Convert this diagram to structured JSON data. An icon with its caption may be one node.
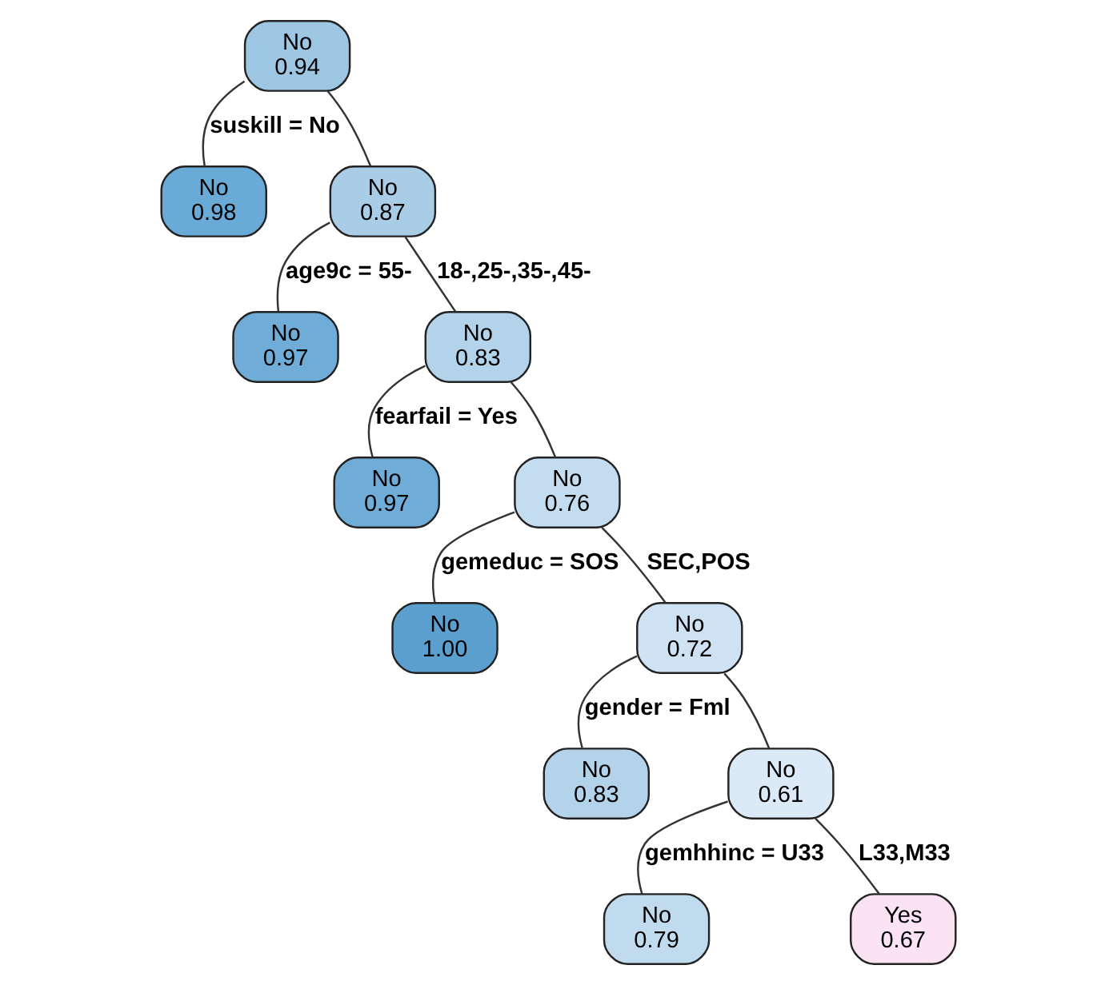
{
  "diagram": {
    "nodes": [
      {
        "text": [
          "No",
          "0.94"
        ]
      },
      {
        "text": [
          "No",
          "0.98"
        ]
      },
      {
        "text": [
          "No",
          "0.87"
        ]
      },
      {
        "text": [
          "No",
          "0.97"
        ]
      },
      {
        "text": [
          "No",
          "0.83"
        ]
      },
      {
        "text": [
          "No",
          "0.97"
        ]
      },
      {
        "text": [
          "No",
          "0.76"
        ]
      },
      {
        "text": [
          "No",
          "1.00"
        ]
      },
      {
        "text": [
          "No",
          "0.72"
        ]
      },
      {
        "text": [
          "No",
          "0.83"
        ]
      },
      {
        "text": [
          "No",
          "0.61"
        ]
      },
      {
        "text": [
          "No",
          "0.79"
        ]
      },
      {
        "text": [
          "Yes",
          "0.67"
        ]
      }
    ],
    "edges": [
      {
        "from": 0,
        "to": 1,
        "arrow": "none",
        "label": "suskill = No"
      },
      {
        "from": 0,
        "to": 2,
        "arrow": "none"
      },
      {
        "from": 2,
        "to": 3,
        "arrow": "none",
        "label": "age9c = 55-"
      },
      {
        "from": 2,
        "to": 4,
        "arrow": "none",
        "label": "18-,25-,35-,45-"
      },
      {
        "from": 4,
        "to": 5,
        "arrow": "none",
        "label": "fearfail = Yes"
      },
      {
        "from": 4,
        "to": 6,
        "arrow": "none"
      },
      {
        "from": 6,
        "to": 7,
        "arrow": "none",
        "label": "gemeduc = SOS"
      },
      {
        "from": 6,
        "to": 8,
        "arrow": "none",
        "label": "SEC,POS"
      },
      {
        "from": 8,
        "to": 9,
        "arrow": "none",
        "label": "gender = Fml"
      },
      {
        "from": 8,
        "to": 10,
        "arrow": "none"
      },
      {
        "from": 10,
        "to": 11,
        "arrow": "none",
        "label": "gemhhinc = U33"
      },
      {
        "from": 10,
        "to": 12,
        "arrow": "none",
        "label": "L33,M33"
      }
    ]
  }
}
